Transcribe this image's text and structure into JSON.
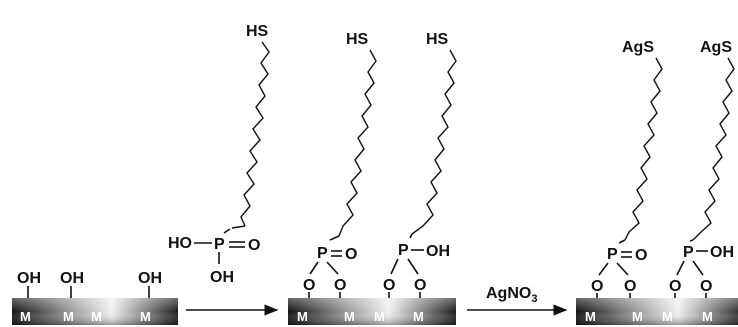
{
  "stage1": {
    "surface_groups": [
      "OH",
      "OH",
      "OH"
    ],
    "metal_labels": [
      "M",
      "M",
      "M",
      "M"
    ]
  },
  "reagent1": {
    "thiol": "HS",
    "phosphonic_left_oh": "HO",
    "phosphorus": "P",
    "oxo": "O",
    "phosphonic_bottom_oh": "OH"
  },
  "stage2": {
    "thiol_left": "HS",
    "thiol_right": "HS",
    "phosphorus_left": "P",
    "oxo_left": "O",
    "phosphorus_right": "P",
    "hydroxyl_right": "OH",
    "surface_oxygens": [
      "O",
      "O",
      "O",
      "O"
    ],
    "metal_labels": [
      "M",
      "M",
      "M",
      "M"
    ]
  },
  "reagent2": {
    "label_main": "AgNO",
    "label_sub": "3"
  },
  "stage3": {
    "terminal_left": "AgS",
    "terminal_right": "AgS",
    "phosphorus_left": "P",
    "oxo_left": "O",
    "phosphorus_right": "P",
    "hydroxyl_right": "OH",
    "surface_oxygens": [
      "O",
      "O",
      "O",
      "O"
    ],
    "metal_labels": [
      "M",
      "M",
      "M",
      "M"
    ]
  },
  "colors": {
    "ink": "#111111",
    "surface_dark": "#1a1a1a",
    "surface_light": "#f2f2f2"
  }
}
